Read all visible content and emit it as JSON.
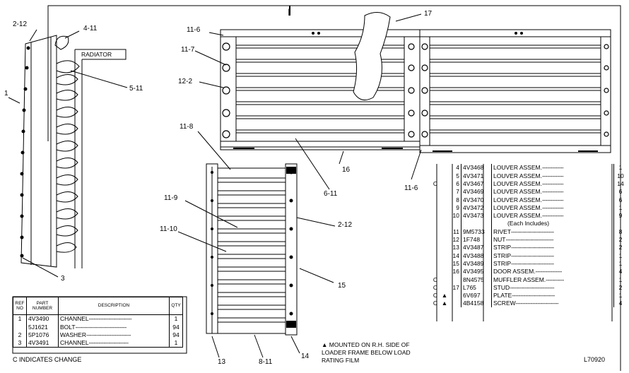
{
  "callouts": {
    "c_2_12a": "2-12",
    "c_4_11": "4-11",
    "radiator": "RADIATOR",
    "c_5_11": "5-11",
    "c_1": "1",
    "c_3": "3",
    "c_11_6a": "11-6",
    "c_11_7": "11-7",
    "c_12_2": "12-2",
    "c_17": "17",
    "c_11_8": "11-8",
    "c_11_9": "11-9",
    "c_11_10": "11-10",
    "c_2_12b": "2-12",
    "c_16": "16",
    "c_6_11": "6-11",
    "c_11_6b": "11-6",
    "c_15": "15",
    "c_13": "13",
    "c_8_11": "8-11",
    "c_14": "14",
    "top_mark": "I"
  },
  "right_table": {
    "rows": [
      {
        "change": "",
        "flag": "",
        "ref": "4",
        "part": "4V3468",
        "desc": "LOUVER ASSEM.",
        "qty": "1"
      },
      {
        "change": "",
        "flag": "",
        "ref": "5",
        "part": "4V3471",
        "desc": "LOUVER ASSEM.",
        "qty": "10"
      },
      {
        "change": "C",
        "flag": "",
        "ref": "6",
        "part": "4V3467",
        "desc": "LOUVER ASSEM.",
        "qty": "14"
      },
      {
        "change": "",
        "flag": "",
        "ref": "7",
        "part": "4V3469",
        "desc": "LOUVER ASSEM.",
        "qty": "6"
      },
      {
        "change": "",
        "flag": "",
        "ref": "8",
        "part": "4V3470",
        "desc": "LOUVER ASSEM.",
        "qty": "6"
      },
      {
        "change": "",
        "flag": "",
        "ref": "9",
        "part": "4V3472",
        "desc": "LOUVER ASSEM.",
        "qty": "1"
      },
      {
        "change": "",
        "flag": "",
        "ref": "10",
        "part": "4V3473",
        "desc": "LOUVER ASSEM.",
        "qty": "9"
      },
      {
        "change": "",
        "flag": "",
        "ref": "",
        "part": "",
        "desc": "(Each Includes)",
        "qty": ""
      },
      {
        "change": "",
        "flag": "",
        "ref": "11",
        "part": "9M5733",
        "desc": "RIVET",
        "qty": "8"
      },
      {
        "change": "",
        "flag": "",
        "ref": "12",
        "part": "1F748",
        "desc": "NUT",
        "qty": "2"
      },
      {
        "change": "",
        "flag": "",
        "ref": "13",
        "part": "4V3487",
        "desc": "STRIP",
        "qty": "2"
      },
      {
        "change": "",
        "flag": "",
        "ref": "14",
        "part": "4V3488",
        "desc": "STRIP",
        "qty": "1"
      },
      {
        "change": "",
        "flag": "",
        "ref": "15",
        "part": "4V3489",
        "desc": "STRIP",
        "qty": "1"
      },
      {
        "change": "",
        "flag": "",
        "ref": "16",
        "part": "4V3495",
        "desc": "DOOR ASSEM.",
        "qty": "4"
      },
      {
        "change": "C",
        "flag": "",
        "ref": "",
        "part": "8N4575",
        "desc": "MUFFLER ASSEM.",
        "qty": "1"
      },
      {
        "change": "C",
        "flag": "",
        "ref": "17",
        "part": "L765",
        "desc": "STUD",
        "qty": "2"
      },
      {
        "change": "C",
        "flag": "▲",
        "ref": "",
        "part": "6V697",
        "desc": "PLATE",
        "qty": "1"
      },
      {
        "change": "C",
        "flag": "▲",
        "ref": "",
        "part": "4B4158",
        "desc": "SCREW",
        "qty": "4"
      }
    ]
  },
  "left_table": {
    "headers": {
      "ref": "REF NO",
      "part": "PART NUMBER",
      "desc": "DESCRIPTION",
      "qty": "QTY"
    },
    "rows": [
      {
        "ref": "1",
        "part": "4V3490",
        "desc": "CHANNEL",
        "qty": "1"
      },
      {
        "ref": "",
        "part": "5J1621",
        "desc": "BOLT",
        "qty": "94"
      },
      {
        "ref": "2",
        "part": "5P1076",
        "desc": "WASHER",
        "qty": "94"
      },
      {
        "ref": "3",
        "part": "4V3491",
        "desc": "CHANNEL",
        "qty": "1"
      }
    ]
  },
  "footer": {
    "change_note": "C INDICATES CHANGE",
    "mount_note_1": "▲ MOUNTED ON R.H. SIDE OF",
    "mount_note_2": "LOADER FRAME BELOW LOAD",
    "mount_note_3": "RATING FILM",
    "drawing_number": "L70920"
  }
}
